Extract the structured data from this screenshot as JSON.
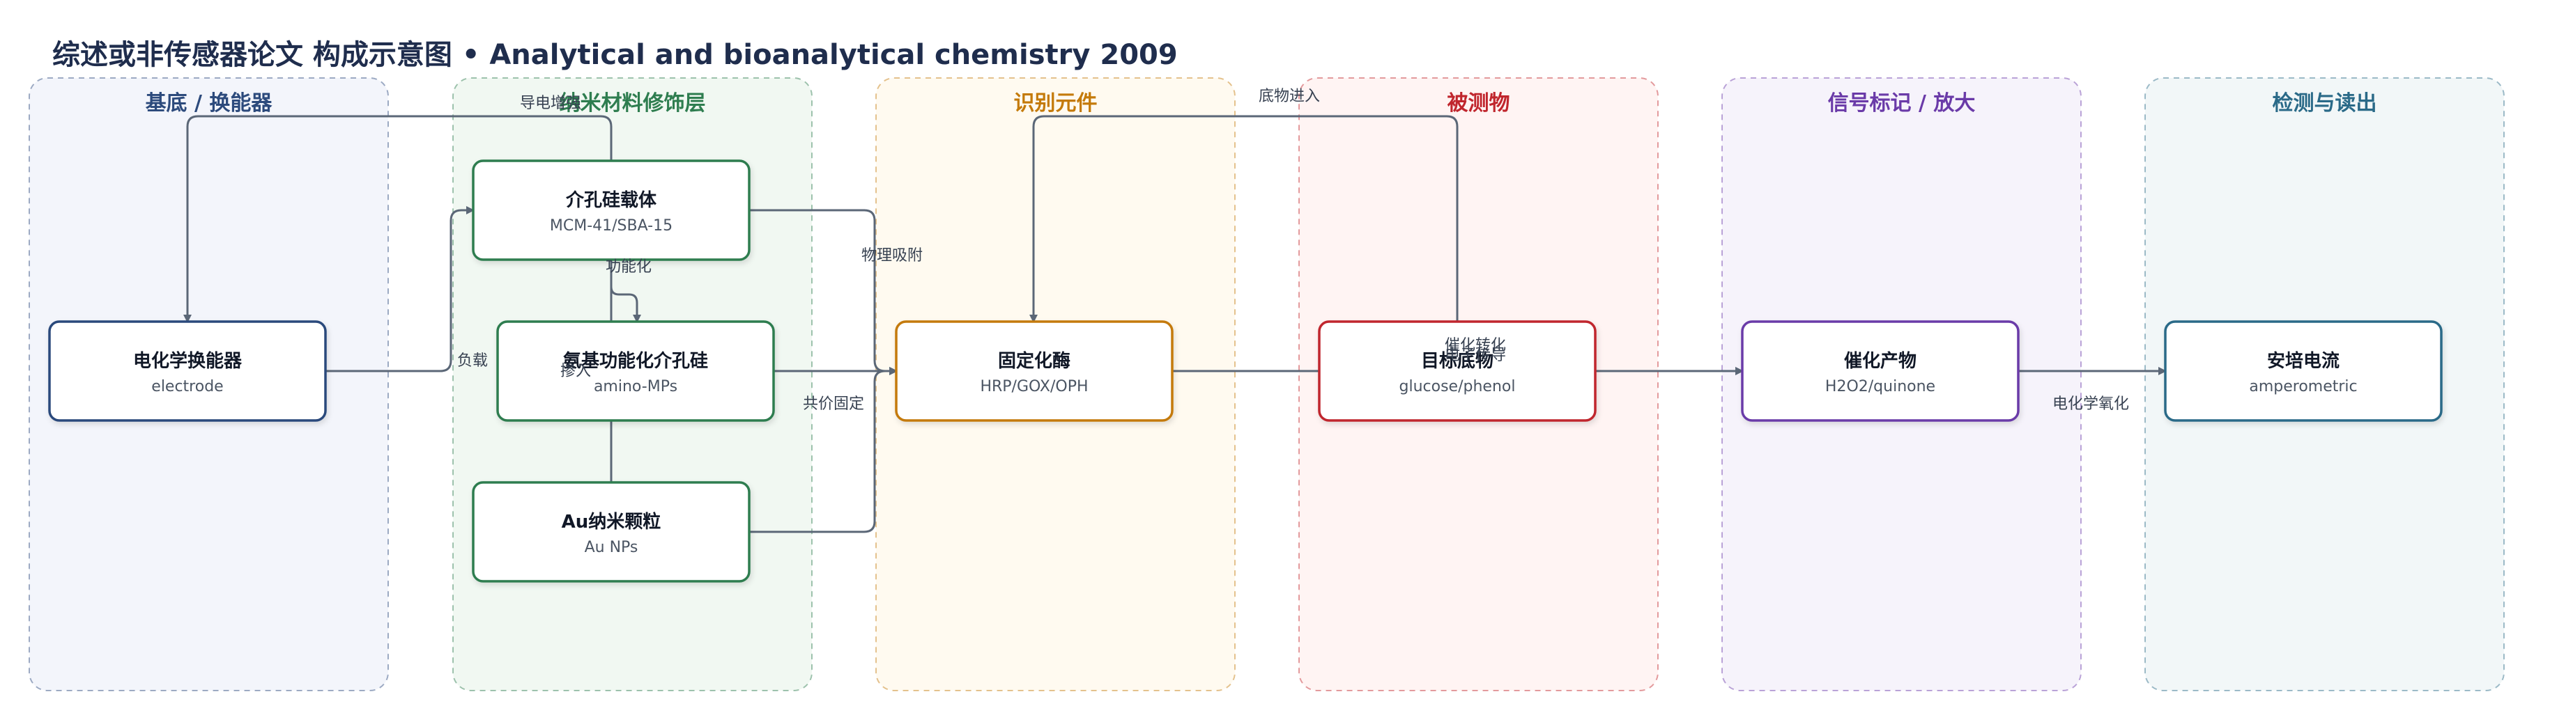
{
  "title": "综述或非传感器论文 构成示意图 • Analytical and bioanalytical chemistry 2009",
  "colors": {
    "substrate": "#2c4a7c",
    "nanomaterial": "#2e7d4f",
    "recognition": "#c47a0a",
    "analyte": "#c0262d",
    "signal": "#6a3aa8",
    "detection": "#2a6a88",
    "edge": "#5b6777"
  },
  "columns": [
    {
      "id": "substrate",
      "label": "基底 / 换能器",
      "color": "#2c4a7c",
      "fill": "#f3f5fb"
    },
    {
      "id": "nanomaterial",
      "label": "纳米材料修饰层",
      "color": "#2e7d4f",
      "fill": "#f1f8f2"
    },
    {
      "id": "recognition",
      "label": "识别元件",
      "color": "#c47a0a",
      "fill": "#fffaf0"
    },
    {
      "id": "analyte",
      "label": "被测物",
      "color": "#c0262d",
      "fill": "#fff4f3"
    },
    {
      "id": "signal",
      "label": "信号标记 / 放大",
      "color": "#6a3aa8",
      "fill": "#f6f3fb"
    },
    {
      "id": "detection",
      "label": "检测与读出",
      "color": "#2a6a88",
      "fill": "#f2f7f8"
    }
  ],
  "nodes": [
    {
      "id": "electrode",
      "col": "substrate",
      "title": "电化学换能器",
      "sub": "electrode"
    },
    {
      "id": "mesoporous",
      "col": "nanomaterial",
      "title": "介孔硅载体",
      "sub": "MCM-41/SBA-15"
    },
    {
      "id": "amino",
      "col": "nanomaterial",
      "title": "氨基功能化介孔硅",
      "sub": "amino-MPs"
    },
    {
      "id": "aunp",
      "col": "nanomaterial",
      "title": "Au纳米颗粒",
      "sub": "Au NPs"
    },
    {
      "id": "enzyme",
      "col": "recognition",
      "title": "固定化酶",
      "sub": "HRP/GOX/OPH"
    },
    {
      "id": "target",
      "col": "analyte",
      "title": "目标底物",
      "sub": "glucose/phenol"
    },
    {
      "id": "product",
      "col": "signal",
      "title": "催化产物",
      "sub": "H2O2/quinone"
    },
    {
      "id": "current",
      "col": "detection",
      "title": "安培电流",
      "sub": "amperometric"
    }
  ],
  "edges": [
    {
      "id": "load",
      "from": "electrode",
      "to": "mesoporous",
      "label": "负载"
    },
    {
      "id": "functionalize",
      "from": "mesoporous",
      "to": "amino",
      "label": "功能化"
    },
    {
      "id": "adsorb",
      "from": "mesoporous",
      "to": "enzyme",
      "label": "物理吸附"
    },
    {
      "id": "covalent",
      "from": "amino",
      "to": "enzyme",
      "label": "共价固定"
    },
    {
      "id": "dope",
      "from": "aunp",
      "to": "amino",
      "label": "掺入"
    },
    {
      "id": "conduct",
      "from": "aunp",
      "to": "electrode",
      "label": "导电增强"
    },
    {
      "id": "substrate-in",
      "from": "target",
      "to": "enzyme",
      "label": "底物进入"
    },
    {
      "id": "catalysis",
      "from": "enzyme",
      "to": "product",
      "label": "催化转化"
    },
    {
      "id": "electron",
      "from": "enzyme",
      "to": "product",
      "label": "电子传导"
    },
    {
      "id": "oxidation",
      "from": "product",
      "to": "current",
      "label": "电化学氧化"
    }
  ]
}
